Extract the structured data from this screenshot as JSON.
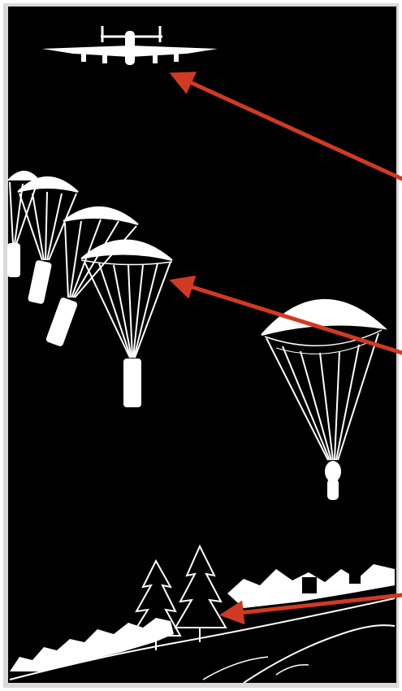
{
  "illustration": {
    "background_color": "#000000",
    "frame_color": "#d9d9d9",
    "line_color": "#ffffff",
    "elements": [
      "aircraft",
      "cargo-parachutes",
      "paratrooper",
      "treeline",
      "ground"
    ]
  },
  "annotations": {
    "arrow_color": "#d13a22",
    "arrows": [
      {
        "points_to": "aircraft"
      },
      {
        "points_to": "cargo-parachute"
      },
      {
        "points_to": "trees"
      }
    ]
  }
}
